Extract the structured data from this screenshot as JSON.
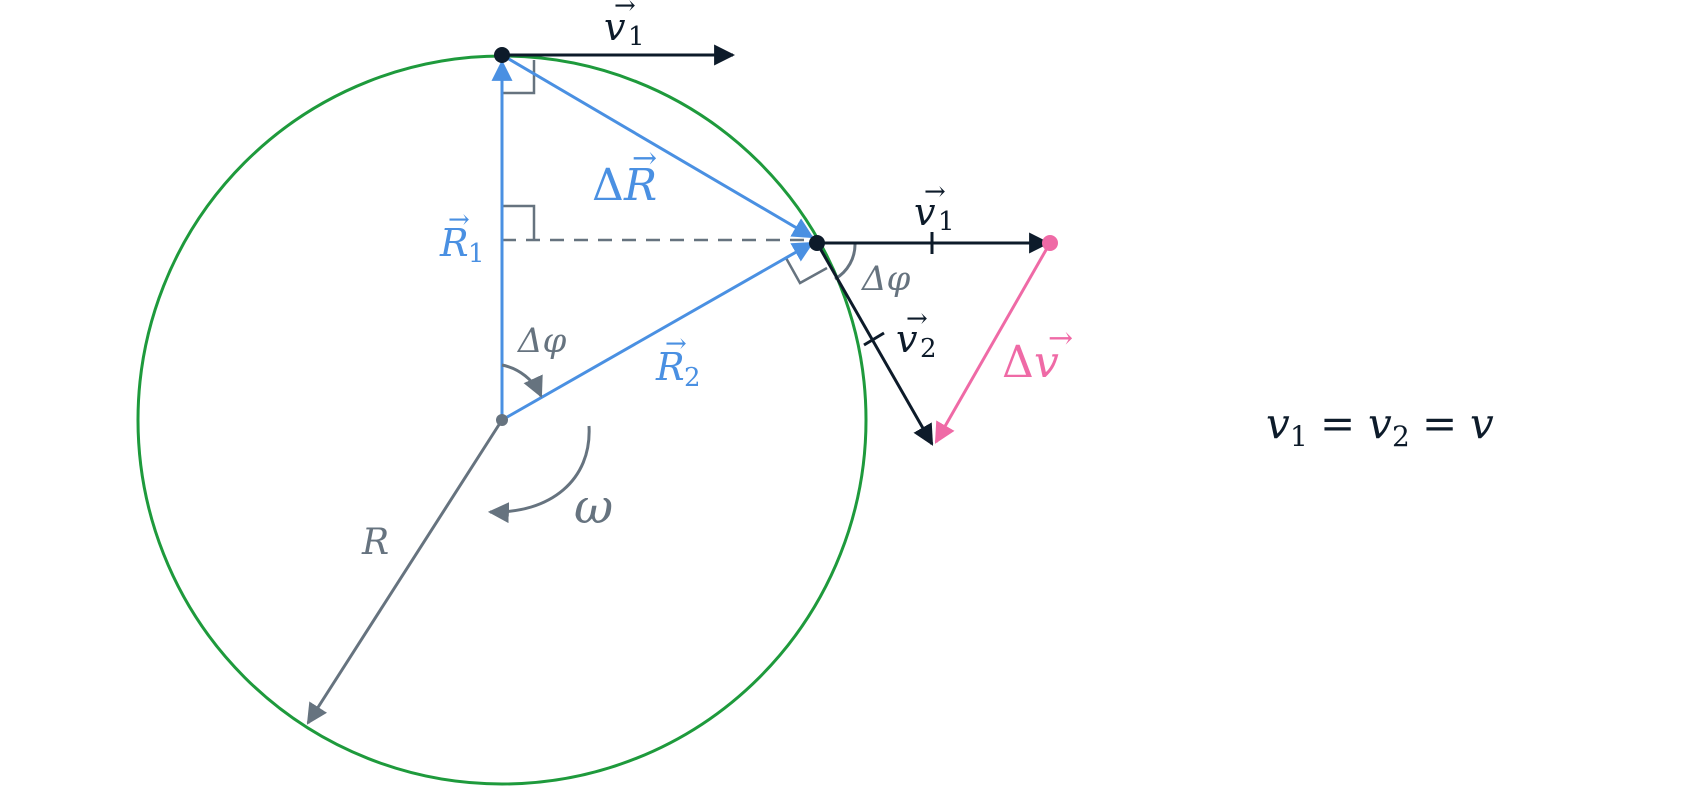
{
  "colors": {
    "circle": "#1e9a3c",
    "radius_vectors": "#4a90e2",
    "velocity": "#0d1b2a",
    "delta_v": "#ef6aa6",
    "annotation": "#66737f"
  },
  "labels": {
    "v1_top": {
      "base": "v",
      "sub": "1",
      "arrow": "→"
    },
    "v1_right": {
      "base": "v",
      "sub": "1",
      "arrow": "→"
    },
    "v2": {
      "base": "v",
      "sub": "2",
      "arrow": "→"
    },
    "delta_v": {
      "delta": "Δ",
      "base": "v",
      "arrow": "→"
    },
    "delta_R": {
      "delta": "Δ",
      "base": "R",
      "arrow": "→"
    },
    "R1": {
      "base": "R",
      "sub": "1",
      "arrow": "→"
    },
    "R2": {
      "base": "R",
      "sub": "2",
      "arrow": "→"
    },
    "delta_phi_center": "Δφ",
    "delta_phi_tangent": "Δφ",
    "omega": "ω",
    "radius_R": "R",
    "equation": {
      "a": "v",
      "a_sub": "1",
      "eq1": "=",
      "b": "v",
      "b_sub": "2",
      "eq2": "=",
      "c": "v"
    }
  },
  "icons": [
    "arrowhead-icon",
    "right-angle-icon",
    "tick-mark-icon",
    "point-icon"
  ]
}
